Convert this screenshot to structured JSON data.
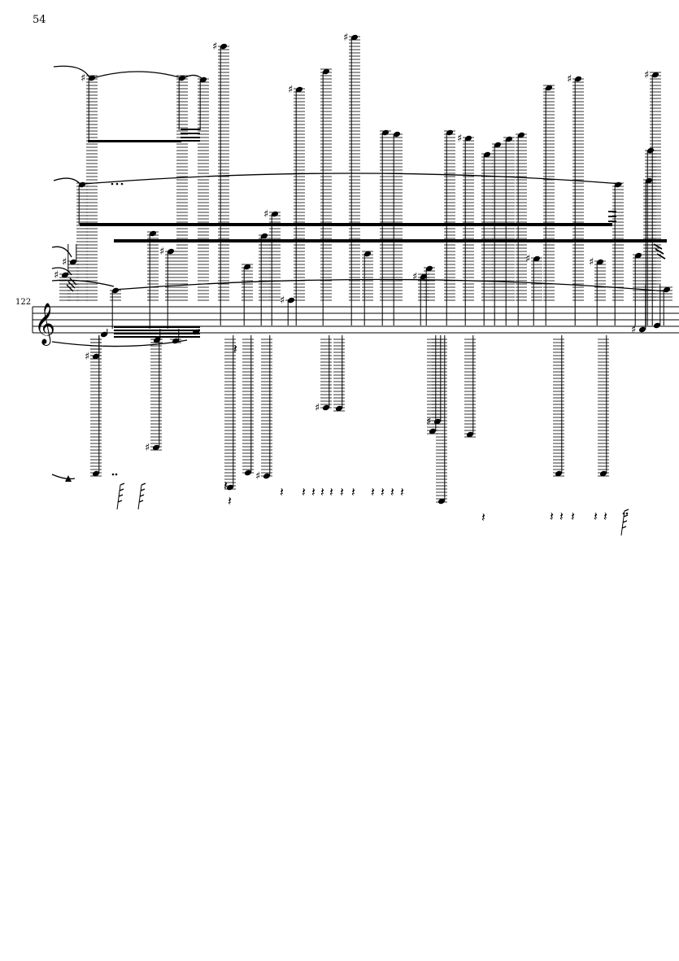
{
  "page": {
    "page_number": "54",
    "measure_number": "122"
  },
  "score": {
    "clef": "treble",
    "accidental_glyph": "♯",
    "rest_glyph": "𝄽",
    "colors": {
      "ink": "#000000",
      "paper": "#ffffff"
    }
  }
}
